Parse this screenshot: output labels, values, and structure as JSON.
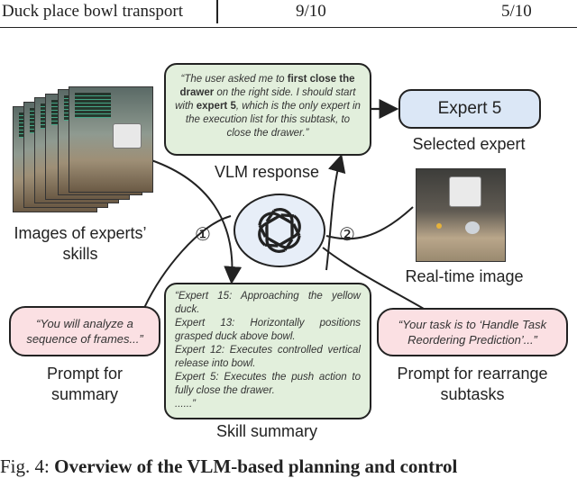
{
  "table": {
    "row_label": "Duck place bowl transport",
    "col1": "9/10",
    "col2": "5/10"
  },
  "vlm": {
    "response_parts": [
      {
        "text": "“The user asked me to ",
        "bold": false
      },
      {
        "text": "first close the drawer",
        "bold": true
      },
      {
        "text": " on the right side. I should start with ",
        "bold": false
      },
      {
        "text": "expert 5",
        "bold": true
      },
      {
        "text": ", which is the only expert in the execution list for this subtask, to close the drawer.”",
        "bold": false
      }
    ],
    "label": "VLM response"
  },
  "expert": {
    "name": "Expert 5",
    "label": "Selected expert"
  },
  "images_label_line1": "Images of experts’",
  "images_label_line2": "skills",
  "realtime_label": "Real-time image",
  "step1": "①",
  "step2": "②",
  "summary_prompt": {
    "text": "“You will analyze a sequence of frames...”",
    "label_line1": "Prompt for",
    "label_line2": "summary"
  },
  "skill_summary": {
    "lines": [
      "Expert 15: Approaching the yellow duck.",
      "Expert 13: Horizontally positions grasped duck above bowl.",
      "Expert 12: Executes controlled vertical release into bowl.",
      "Expert 5: Executes the push action to fully close the drawer.",
      "......”"
    ],
    "first_prefix": "“",
    "label": "Skill summary"
  },
  "rearrange_prompt": {
    "text": "“Your task is to ‘Handle Task Reordering Prediction’...”",
    "label_line1": "Prompt for rearrange",
    "label_line2": "subtasks"
  },
  "caption": {
    "prefix": "Fig. 4: ",
    "bold": "Overview of the VLM-based planning and control"
  },
  "colors": {
    "green": "#e2efdc",
    "pink": "#fbe0e3",
    "blue": "#dbe7f6"
  },
  "icons": [
    "openai-logo-icon",
    "circled-one-icon",
    "circled-two-icon"
  ]
}
